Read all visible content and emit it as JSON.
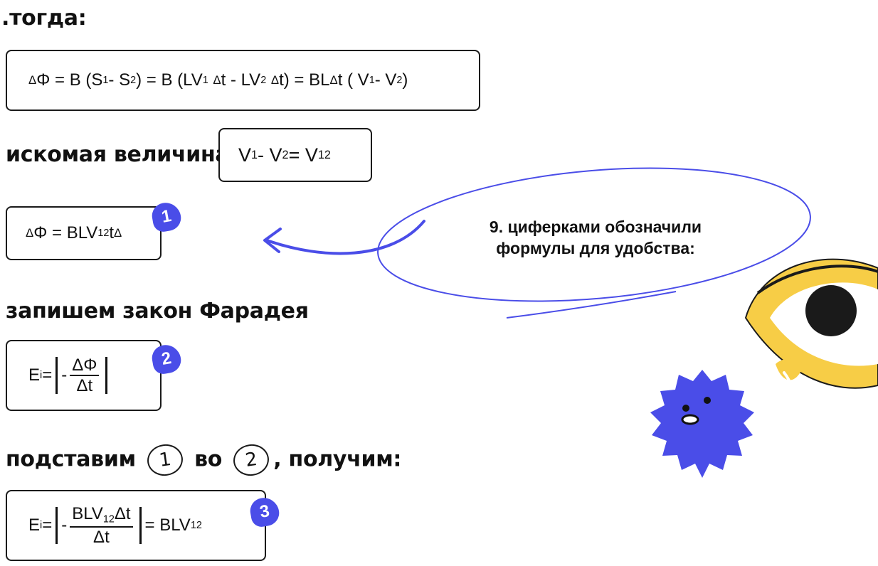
{
  "heading_then": ".тогда:",
  "formula_flux": {
    "delta": "Δ",
    "p1": "Φ = B (S",
    "s1": "1",
    "p2": " - S",
    "s2": "2",
    "p3": ") = B (LV",
    "s3": "1",
    "p4": "t - LV",
    "s4": "2",
    "p5": "t) = BL ",
    "p6": "t ( V",
    "s5": "1",
    "p7": " - V",
    "s6": "2",
    "p8": " )"
  },
  "sought_quantity": {
    "label": "искомая величина",
    "v": "V",
    "s1": "1",
    "dash": "- V",
    "s2": "2",
    "eq": " = V",
    "s3": "12"
  },
  "formula_1": {
    "delta": "Δ",
    "p1": "Φ = BLV",
    "s1": "12",
    "p2": " t ",
    "badge": "1"
  },
  "note_text": "9. циферками обозначили формулы для удобства:",
  "heading_faraday": "запишем закон Фарадея",
  "formula_2": {
    "e": "E",
    "i": "i",
    "eq": " =",
    "minus": "-",
    "num": "ΔΦ",
    "den": "Δt",
    "badge": "2"
  },
  "substitute": {
    "p1": "подставим",
    "c1": "1",
    "p2": "во",
    "c2": "2",
    "p3": ", получим:"
  },
  "formula_3": {
    "e": "E",
    "i": "i",
    "eq": " =",
    "minus": "-",
    "num_a": "BLV",
    "num_s": "12",
    "num_b": "Δt",
    "den": "Δt",
    "res": "= BLV",
    "res_s": "12",
    "badge": "3"
  },
  "colors": {
    "accent": "#4a4de8",
    "sticker_yellow": "#f7cd46",
    "ink": "#111111"
  },
  "icons": [
    "arrow-icon",
    "eye-sticker-icon",
    "spiky-blob-sticker-icon"
  ]
}
